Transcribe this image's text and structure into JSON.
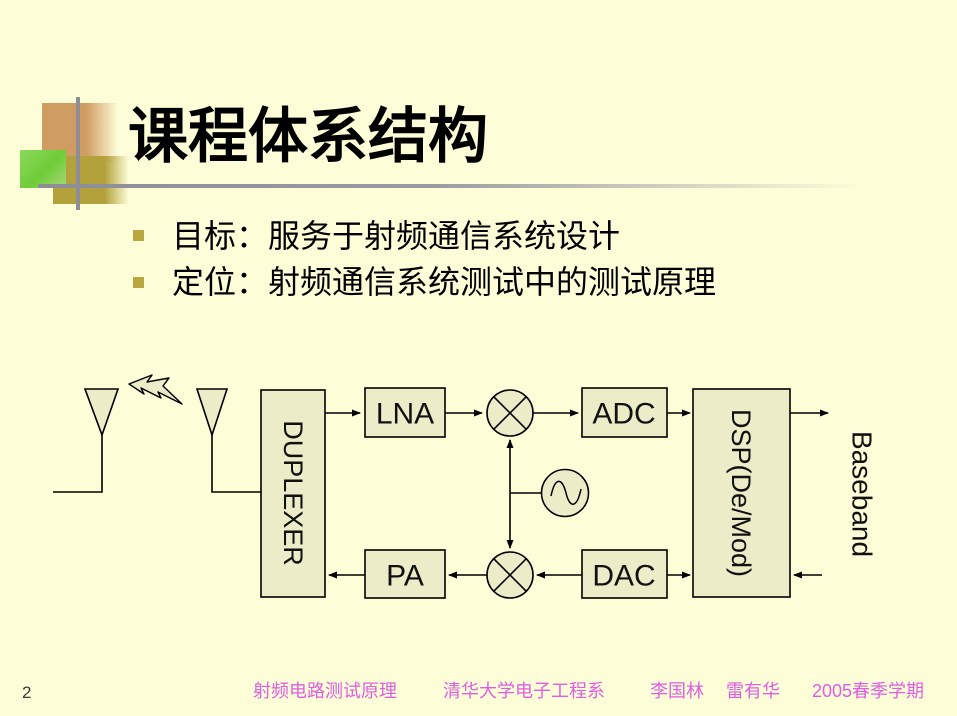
{
  "slide": {
    "title": "课程体系结构",
    "page_number": "2",
    "bullets": [
      {
        "text": "目标：服务于射频通信系统设计"
      },
      {
        "text": "定位：射频通信系统测试中的测试原理"
      }
    ],
    "footer": {
      "course": "射频电路测试原理",
      "department": "清华大学电子工程系",
      "author1": "李国林",
      "author2": "雷有华",
      "term": "2005春季学期"
    }
  },
  "diagram": {
    "labels": {
      "duplexer": "DUPLEXER",
      "lna": "LNA",
      "adc": "ADC",
      "dsp": "DSP(De/Mod)",
      "pa": "PA",
      "dac": "DAC",
      "baseband": "Baseband"
    },
    "icons": {
      "antenna": "inverted-triangle-antenna",
      "lightning": "lightning-bolt",
      "mixer": "circle-with-x",
      "oscillator": "circle-with-sine"
    }
  },
  "colors": {
    "background": "#FDFDD8",
    "box_fill": "#ECECC8",
    "diagram_stroke": "#000000",
    "footer_text": "#E05EE0",
    "bullet_square": "#B9A840",
    "deco_orange": "#CF9C61",
    "deco_green": "#6FCC38",
    "deco_olive": "#B3A23B",
    "deco_gray_line": "#8D8D97"
  }
}
